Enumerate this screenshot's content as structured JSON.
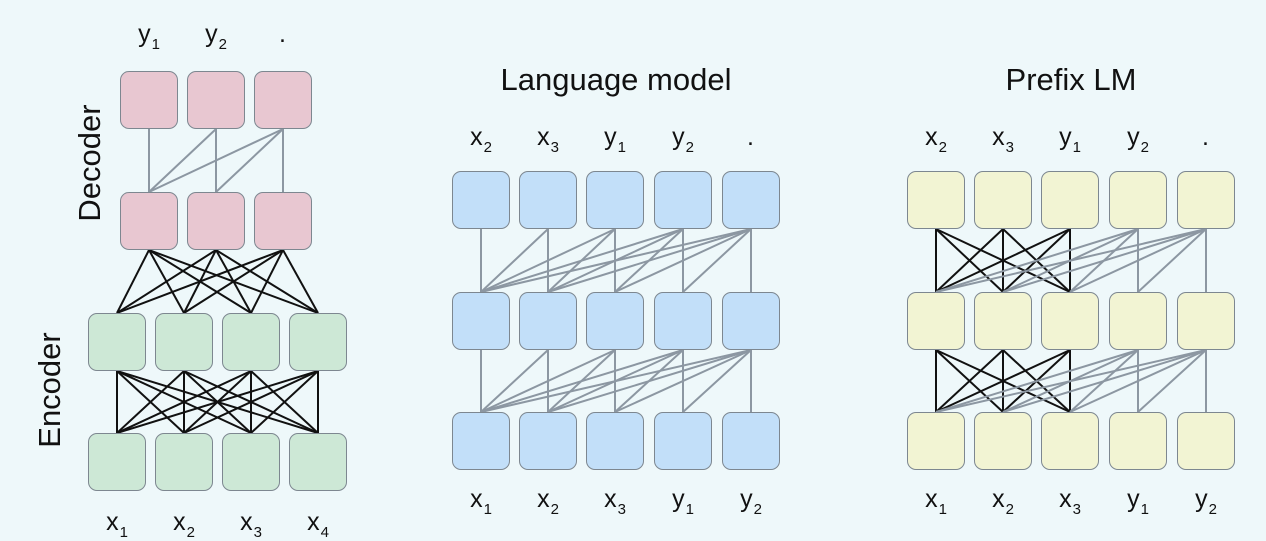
{
  "colors": {
    "decoder": "#e8c7d1",
    "encoder": "#cde8d6",
    "language_model": "#c2dff9",
    "prefix_lm": "#f2f4d3",
    "link_dense": "#111111",
    "link_causal": "#8c97a2"
  },
  "encoder_decoder": {
    "decoder_label": "Decoder",
    "encoder_label": "Encoder",
    "outputs": [
      {
        "base": "y",
        "sub": "1"
      },
      {
        "base": "y",
        "sub": "2"
      },
      {
        "base": ".",
        "sub": ""
      }
    ],
    "inputs": [
      {
        "base": "x",
        "sub": "1"
      },
      {
        "base": "x",
        "sub": "2"
      },
      {
        "base": "x",
        "sub": "3"
      },
      {
        "base": "x",
        "sub": "4"
      }
    ]
  },
  "language_model": {
    "title": "Language model",
    "outputs": [
      {
        "base": "x",
        "sub": "2"
      },
      {
        "base": "x",
        "sub": "3"
      },
      {
        "base": "y",
        "sub": "1"
      },
      {
        "base": "y",
        "sub": "2"
      },
      {
        "base": ".",
        "sub": ""
      }
    ],
    "inputs": [
      {
        "base": "x",
        "sub": "1"
      },
      {
        "base": "x",
        "sub": "2"
      },
      {
        "base": "x",
        "sub": "3"
      },
      {
        "base": "y",
        "sub": "1"
      },
      {
        "base": "y",
        "sub": "2"
      }
    ]
  },
  "prefix_lm": {
    "title": "Prefix LM",
    "outputs": [
      {
        "base": "x",
        "sub": "2"
      },
      {
        "base": "x",
        "sub": "3"
      },
      {
        "base": "y",
        "sub": "1"
      },
      {
        "base": "y",
        "sub": "2"
      },
      {
        "base": ".",
        "sub": ""
      }
    ],
    "inputs": [
      {
        "base": "x",
        "sub": "1"
      },
      {
        "base": "x",
        "sub": "2"
      },
      {
        "base": "x",
        "sub": "3"
      },
      {
        "base": "y",
        "sub": "1"
      },
      {
        "base": "y",
        "sub": "2"
      }
    ],
    "prefix_length": 3
  }
}
